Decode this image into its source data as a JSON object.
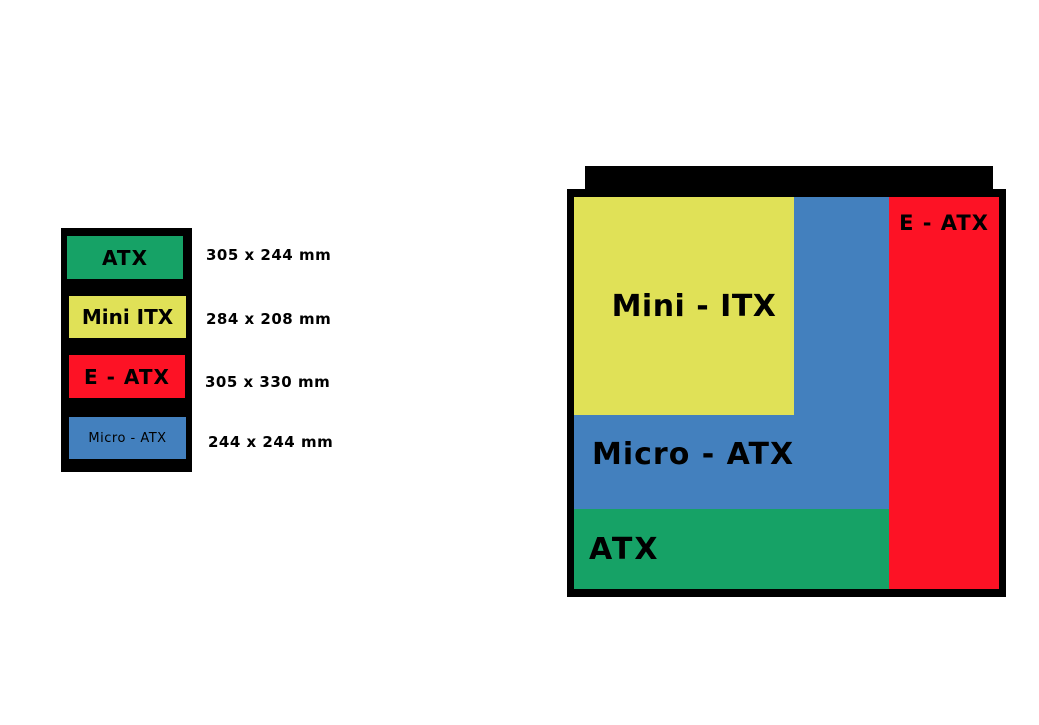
{
  "legend": {
    "items": [
      {
        "label": "ATX",
        "dimensions": "305 x 244 mm",
        "color": "#16a266"
      },
      {
        "label": "Mini ITX",
        "dimensions": "284 x 208 mm",
        "color": "#e0e157"
      },
      {
        "label": "E - ATX",
        "dimensions": "305 x 330 mm",
        "color": "#fd1225"
      },
      {
        "label": "Micro - ATX",
        "dimensions": "244 x 244 mm",
        "color": "#4380be"
      }
    ]
  },
  "case": {
    "regions": {
      "eatx": {
        "label": "E - ATX",
        "color": "#fd1225"
      },
      "micro": {
        "label": "Micro - ATX",
        "color": "#4380be"
      },
      "mini": {
        "label": "Mini - ITX",
        "color": "#e0e157"
      },
      "atx": {
        "label": "ATX",
        "color": "#16a266"
      }
    }
  }
}
